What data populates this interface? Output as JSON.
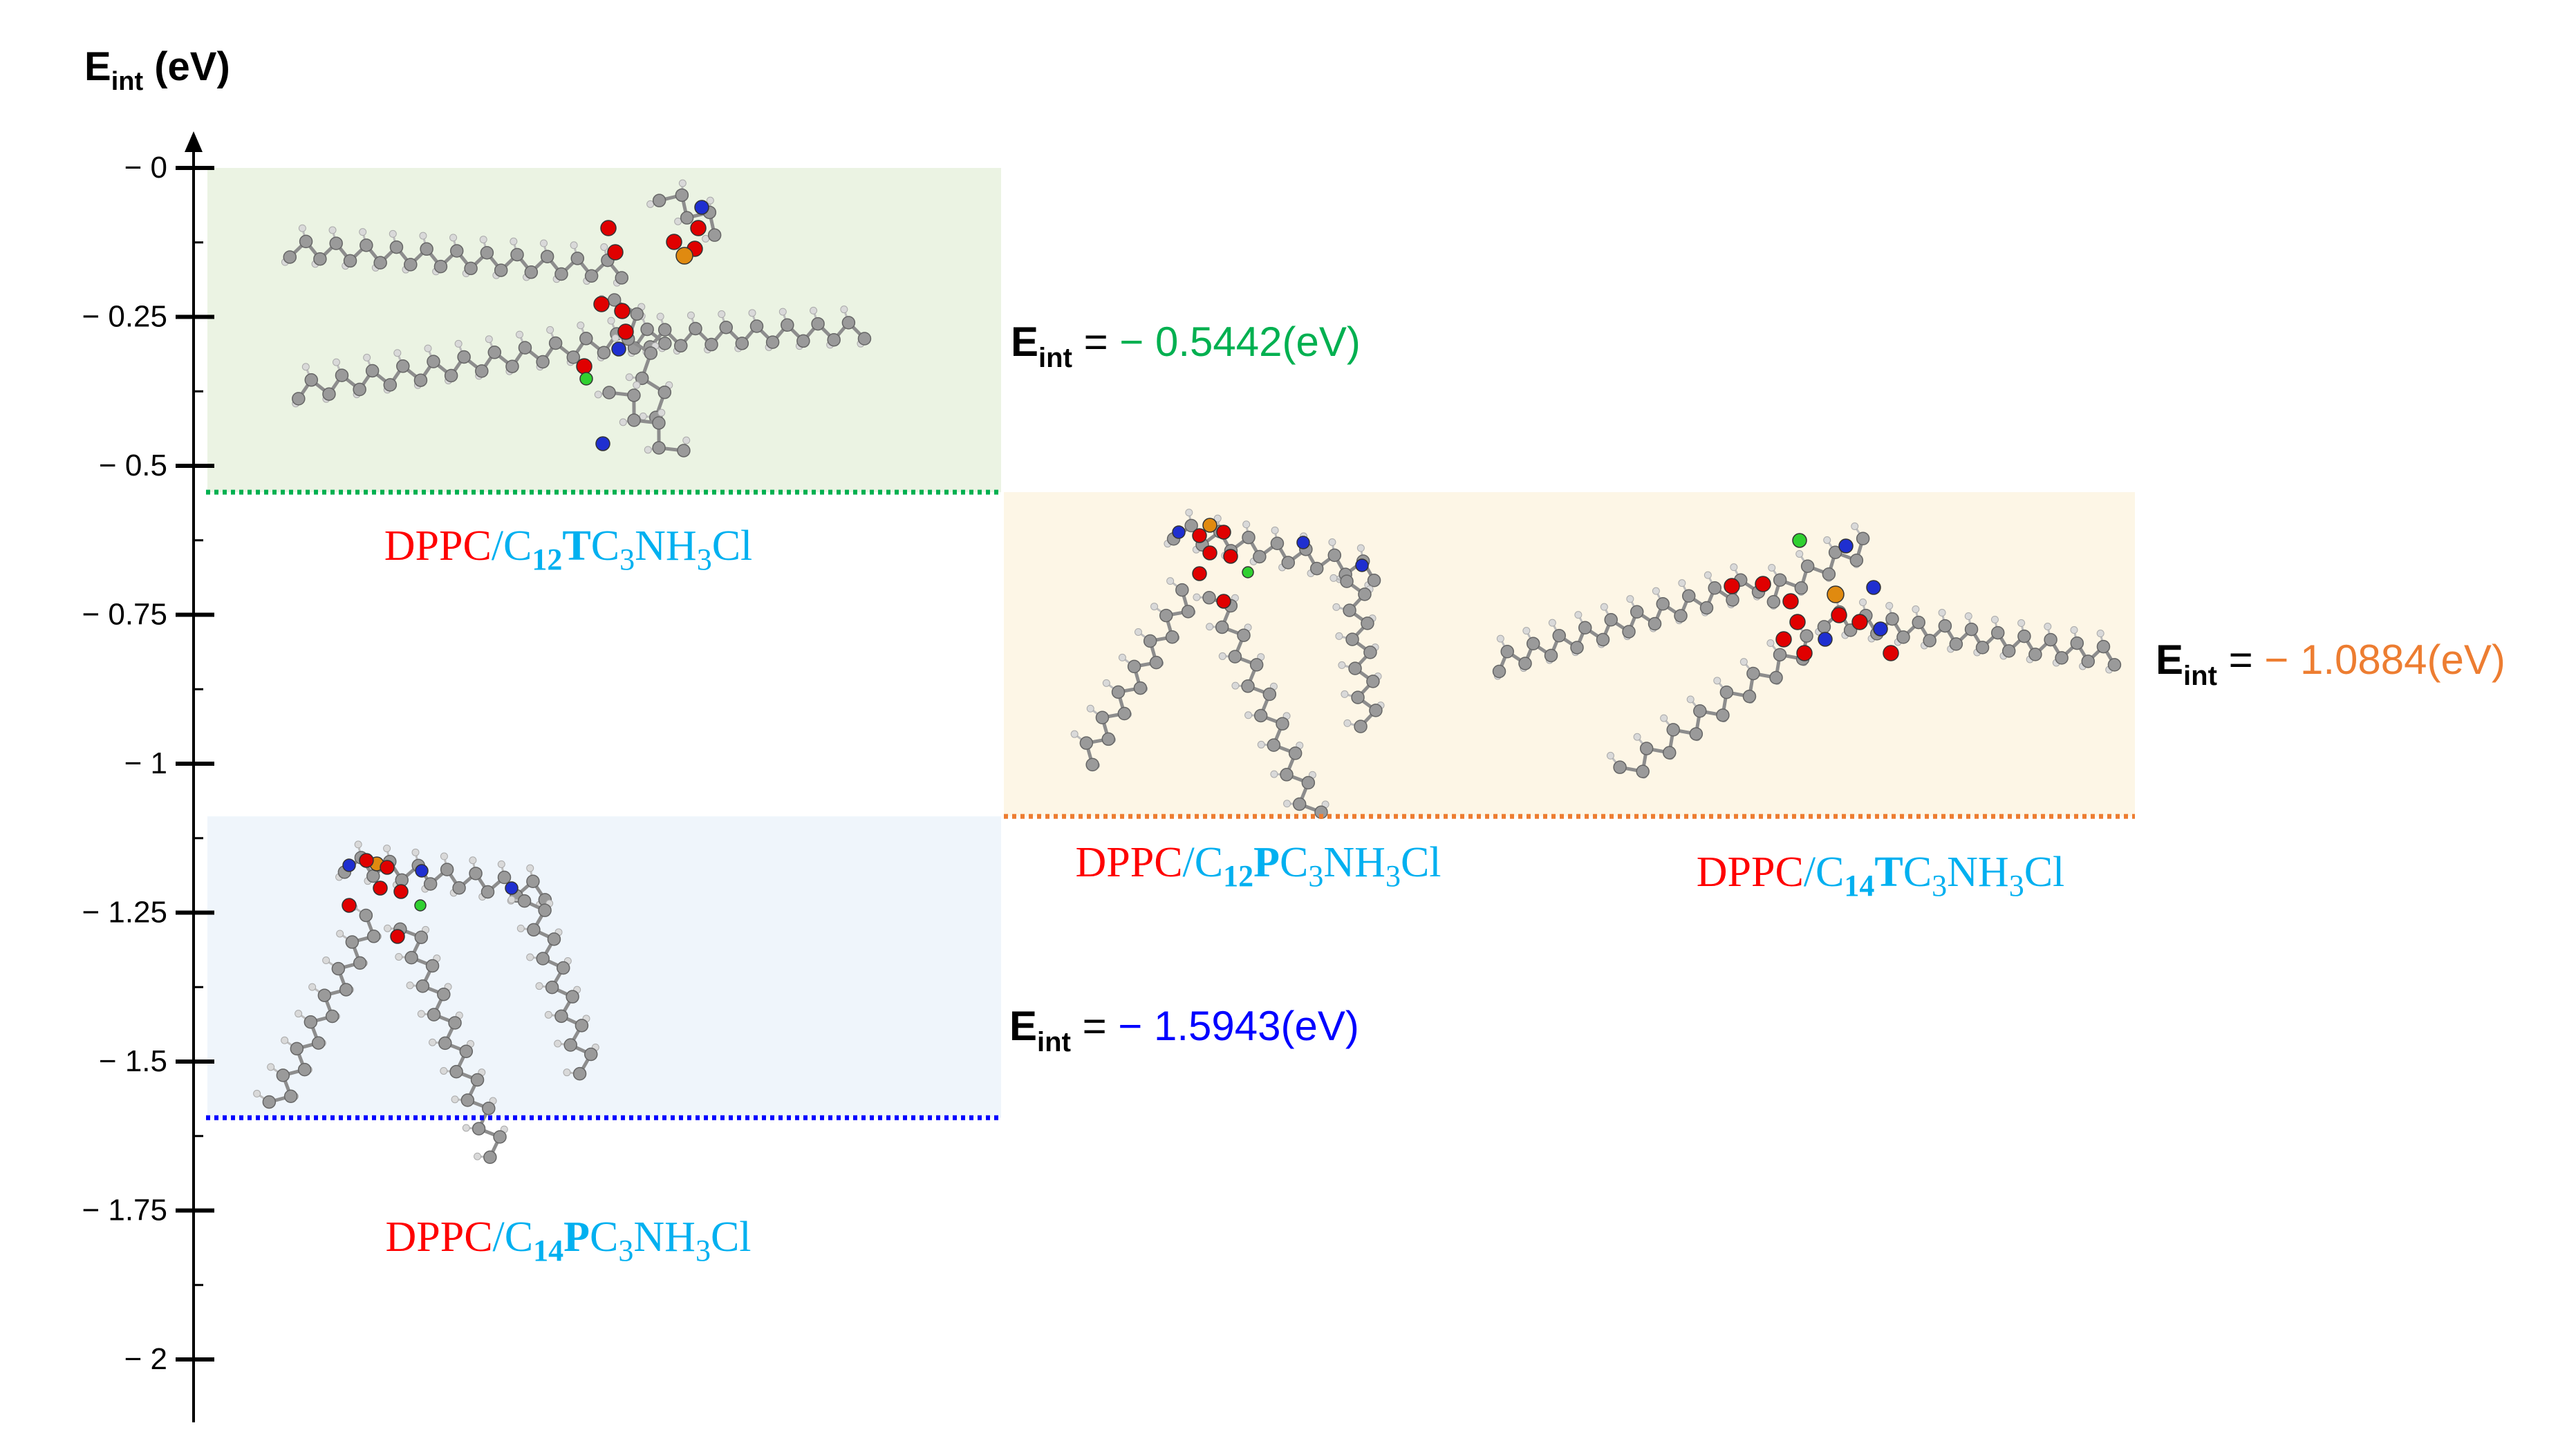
{
  "axis": {
    "label_main": "E",
    "label_sub": "int",
    "label_unit": " (eV)",
    "min": -2,
    "max": 0,
    "ticks": [
      {
        "value": 0,
        "label": "− 0"
      },
      {
        "value": -0.25,
        "label": "− 0.25"
      },
      {
        "value": -0.5,
        "label": "− 0.5"
      },
      {
        "value": -0.75,
        "label": "− 0.75"
      },
      {
        "value": -1,
        "label": "− 1"
      },
      {
        "value": -1.25,
        "label": "− 1.25"
      },
      {
        "value": -1.5,
        "label": "− 1.5"
      },
      {
        "value": -1.75,
        "label": "− 1.75"
      },
      {
        "value": -2,
        "label": "− 2"
      }
    ]
  },
  "levels": [
    {
      "id": "green",
      "energy": -0.5442,
      "color": "#00b050",
      "band_color": "#ebf3e3",
      "eq_label": {
        "main": "E",
        "sub": "int",
        "eq": " = ",
        "value": "− 0.5442(eV)"
      },
      "systems": [
        {
          "prefix": "DPPC",
          "slash": "/",
          "c": "C",
          "n": "12",
          "bold": "T",
          "rest1": "C",
          "sub3": "3",
          "rest2": "NH",
          "sub3b": "3",
          "rest3": "Cl"
        }
      ]
    },
    {
      "id": "orange",
      "energy": -1.0884,
      "color": "#ed7d31",
      "band_color": "#fdf6e6",
      "eq_label": {
        "main": "E",
        "sub": "int",
        "eq": " = ",
        "value": "− 1.0884(eV)"
      },
      "systems": [
        {
          "prefix": "DPPC",
          "slash": "/",
          "c": "C",
          "n": "12",
          "bold": "P",
          "rest1": "C",
          "sub3": "3",
          "rest2": "NH",
          "sub3b": "3",
          "rest3": "Cl"
        },
        {
          "prefix": "DPPC",
          "slash": "/",
          "c": "C",
          "n": "14",
          "bold": "T",
          "rest1": "C",
          "sub3": "3",
          "rest2": "NH",
          "sub3b": "3",
          "rest3": "Cl"
        }
      ]
    },
    {
      "id": "blue",
      "energy": -1.5943,
      "color": "#0000ff",
      "band_color": "#eff5fb",
      "eq_label": {
        "main": "E",
        "sub": "int",
        "eq": " = ",
        "value": "− 1.5943(eV)"
      },
      "systems": [
        {
          "prefix": "DPPC",
          "slash": "/",
          "c": "C",
          "n": "14",
          "bold": "P",
          "rest1": "C",
          "sub3": "3",
          "rest2": "NH",
          "sub3b": "3",
          "rest3": "Cl"
        }
      ]
    }
  ],
  "colors": {
    "dppc": "#ff0000",
    "surfactant": "#00b0f0",
    "text": "#000000",
    "carbon": "#9a9a9a",
    "hydrogen": "#d9d9d9",
    "oxygen": "#e00000",
    "nitrogen": "#1f2fd0",
    "phosphorus": "#e08a10",
    "chlorine": "#30d030"
  },
  "molecule_icons": [
    "molecule-c12t",
    "molecule-c12p",
    "molecule-c14t",
    "molecule-c14p"
  ]
}
